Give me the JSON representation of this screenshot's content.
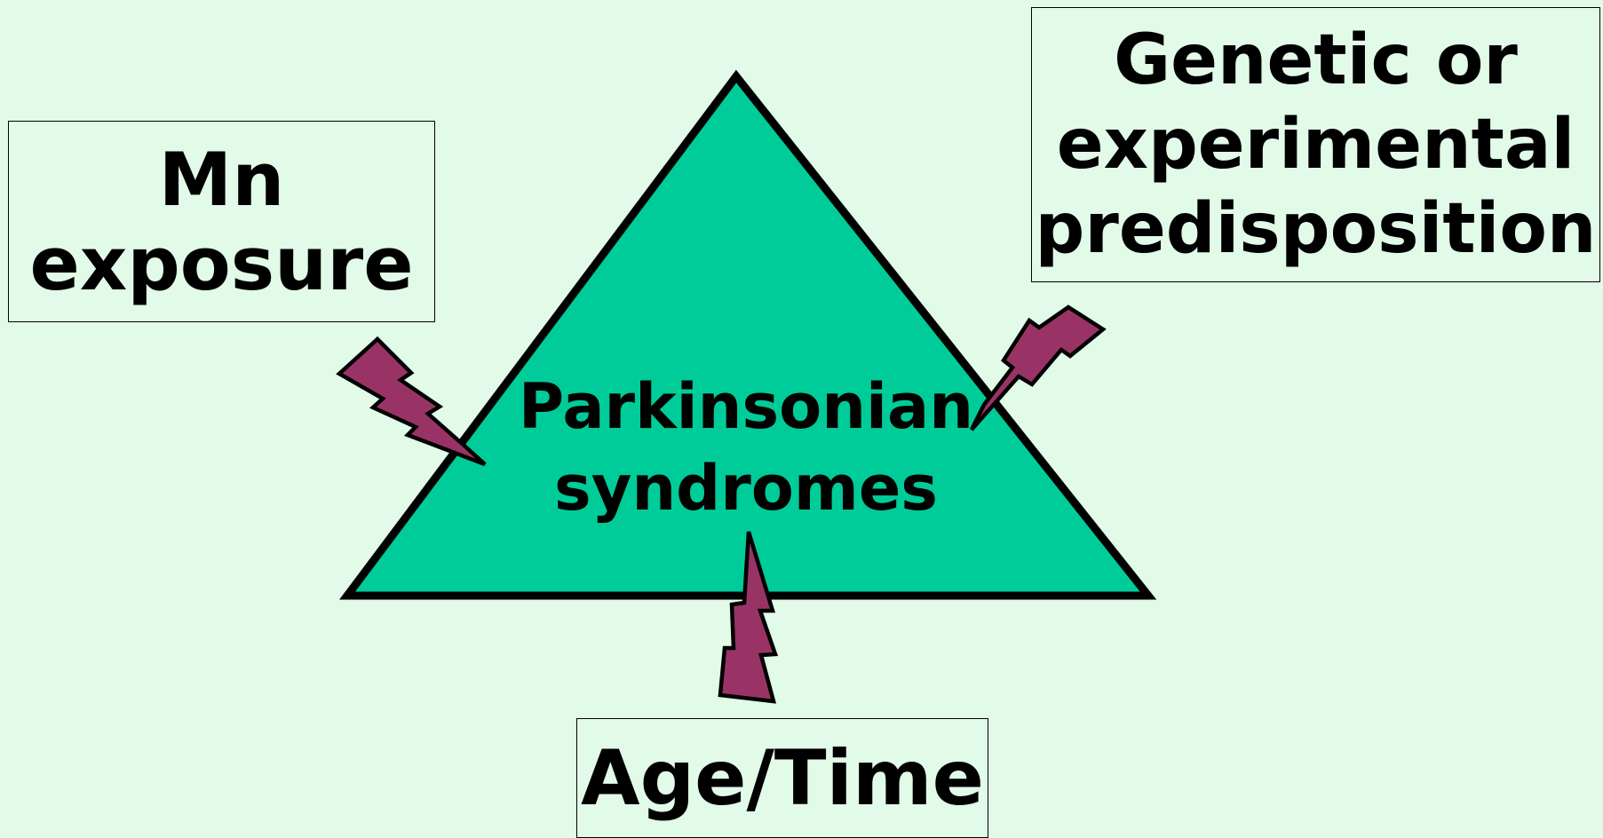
{
  "diagram": {
    "center": {
      "line1": "Parkinsonian",
      "line2": "syndromes"
    },
    "factors": {
      "mn": {
        "line1": "Mn",
        "line2": "exposure"
      },
      "genetic": {
        "line1": "Genetic or",
        "line2": "experimental",
        "line3": "predisposition"
      },
      "age": {
        "line1": "Age/Time"
      }
    }
  },
  "colors": {
    "background": "#e2fbe8",
    "triangle_fill": "#00cc99",
    "bolt_fill": "#993366",
    "outline": "#000000"
  }
}
